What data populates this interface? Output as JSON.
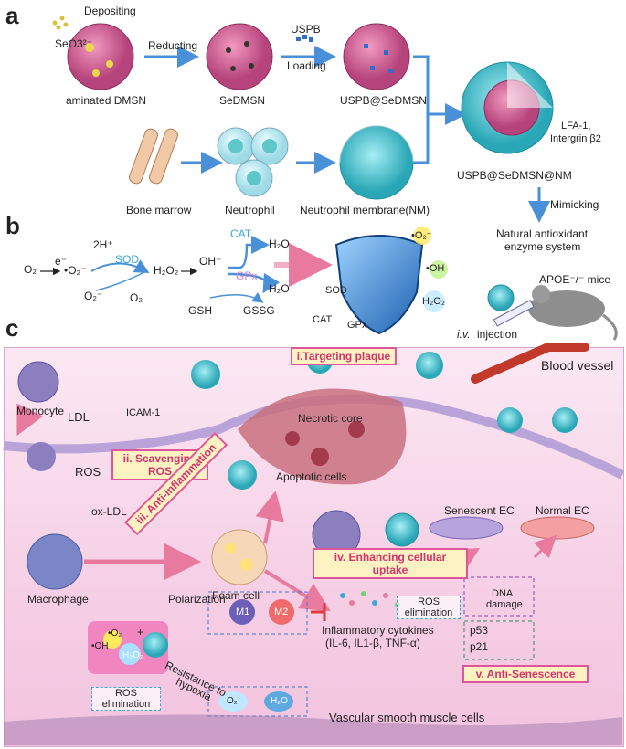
{
  "panels": {
    "a": "a",
    "b": "b",
    "c": "c"
  },
  "panel_a": {
    "depositing": "Depositing",
    "seo3": "SeO3²⁻",
    "reducting": "Reducting",
    "uspb": "USPB",
    "loading": "Loading",
    "aminated_dmsn": "aminated DMSN",
    "sedmsn": "SeDMSN",
    "uspb_sedmsn": "USPB@SeDMSN",
    "lfa1": "LFA-1,",
    "integrin": "Intergrin β2",
    "final_np": "USPB@SeDMSN@NM",
    "bone_marrow": "Bone marrow",
    "neutrophil": "Neutrophil",
    "neutrophil_membrane": "Neutrophil membrane(NM)",
    "mimicking": "Mimicking",
    "natural_1": "Natural antioxidant",
    "natural_2": "enzyme system"
  },
  "panel_b": {
    "o2": "O₂",
    "e": "e⁻",
    "o2rad": "•O₂⁻",
    "twoH": "2H⁺",
    "sod": "SOD",
    "o2minus": "O₂⁻",
    "o2b": "O₂",
    "h2o2": "H₂O₂",
    "oh": "OH⁻",
    "cat": "CAT",
    "gpx": "GPx",
    "h2o_1": "H₂O",
    "h2o_2": "H₂O",
    "gsh": "GSH",
    "gssg": "GSSG",
    "shield_sod": "SOD",
    "shield_cat": "CAT",
    "shield_gpx": "GPx",
    "rad_o2": "•O₂⁻",
    "rad_oh": "•OH",
    "rad_h2o2": "H₂O₂",
    "apoe": "APOE⁻/⁻ mice",
    "iv": "i.v.",
    "injection": "injection"
  },
  "panel_c": {
    "blood_vessel": "Blood vessel",
    "monocyte": "Monocyte",
    "ldl": "LDL",
    "icam": "ICAM-1",
    "targeting": "i.Targeting plaque",
    "necrotic": "Necrotic core",
    "scavenging_1": "ii. Scavenging",
    "scavenging_2": "ROS",
    "ros": "ROS",
    "oxldl": "ox-LDL",
    "apoptotic": "Apoptotic cells",
    "anti_inflam": "iii. Anti-inflammation",
    "macrophage": "Macrophage",
    "foam": "Foam cell",
    "senescent": "Senescent EC",
    "normal": "Normal EC",
    "enhancing_1": "iv. Enhancing cellular",
    "enhancing_2": "uptake",
    "polarization": "Polarization",
    "m1": "M1",
    "m2": "M2",
    "cytokines_1": "Inflammatory cytokines",
    "cytokines_2": "(IL-6, IL1-β, TNF-α)",
    "ros_elim_1": "ROS",
    "ros_elim_2": "elimination",
    "ros_elim_r1": "ROS",
    "ros_elim_r2": "elimination",
    "dna_1": "DNA",
    "dna_2": "damage",
    "p53": "p53",
    "p21": "p21",
    "anti_sen": "v. Anti-Senescence",
    "resistance_1": "Resistance to",
    "resistance_2": "hypoxia",
    "o2_c": "O₂",
    "h2o_c": "H₂O",
    "mac_o2": "•O₂",
    "mac_plus": "+",
    "mac_oh": "•OH",
    "mac_h2o2": "H₂O₂",
    "vsmc": "Vascular smooth muscle cells"
  },
  "colors": {
    "teal": "#35b6c4",
    "pink": "#d6336c",
    "blue_arrow": "#4a90d9",
    "membrane": "#7fd3dc",
    "core": "#c8578f"
  }
}
